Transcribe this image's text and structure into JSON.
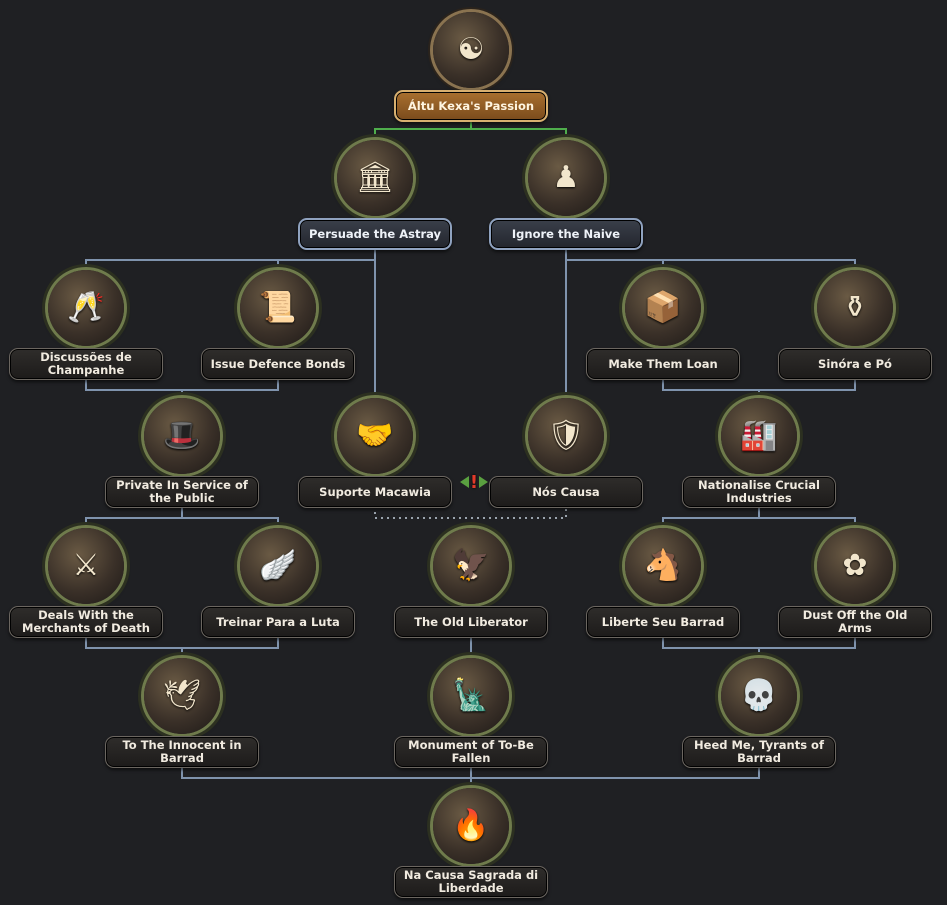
{
  "focus_tree": {
    "colors": {
      "line": "#7f93ad",
      "line_completed": "#4fae4c",
      "mutual_exclusive": "#9aa3ad",
      "root_label": "#9a6329",
      "available_border": "#8fa2bf"
    },
    "nodes": [
      {
        "id": "altu",
        "label": "Áltu Kexa's Passion",
        "icon": "yin-yang-emblem-icon",
        "glyph": "☯",
        "style": "root"
      },
      {
        "id": "persuade",
        "label": "Persuade the Astray",
        "icon": "parliament-building-icon",
        "glyph": "🏛",
        "style": "blue"
      },
      {
        "id": "ignore",
        "label": "Ignore the Naive",
        "icon": "chess-pieces-icon",
        "glyph": "♟",
        "style": "blue"
      },
      {
        "id": "discussoes",
        "label": "Discussões de Champanhe",
        "icon": "champagne-glasses-icon",
        "glyph": "🥂",
        "style": "normal"
      },
      {
        "id": "bonds",
        "label": "Issue Defence Bonds",
        "icon": "bonds-documents-icon",
        "glyph": "📜",
        "style": "normal"
      },
      {
        "id": "loan",
        "label": "Make Them Loan",
        "icon": "crates-documents-icon",
        "glyph": "📦",
        "style": "normal"
      },
      {
        "id": "sinora",
        "label": "Sinóra e Pó",
        "icon": "gold-pile-icon",
        "glyph": "⚱",
        "style": "normal"
      },
      {
        "id": "private",
        "label": "Private In Service of the Public",
        "icon": "top-hat-money-icon",
        "glyph": "🎩",
        "style": "normal"
      },
      {
        "id": "suporte",
        "label": "Suporte Macawia",
        "icon": "handshake-star-icon",
        "glyph": "🤝",
        "style": "normal"
      },
      {
        "id": "nos",
        "label": "Nós Causa",
        "icon": "shield-feather-icon",
        "glyph": "🛡",
        "style": "normal"
      },
      {
        "id": "nationalise",
        "label": "Nationalise Crucial Industries",
        "icon": "factory-gear-icon",
        "glyph": "🏭",
        "style": "normal"
      },
      {
        "id": "deals",
        "label": "Deals With the Merchants of Death",
        "icon": "crossed-rifles-icon",
        "glyph": "⚔",
        "style": "normal"
      },
      {
        "id": "treinar",
        "label": "Treinar Para a Luta",
        "icon": "pegasus-pilot-icon",
        "glyph": "🪽",
        "style": "normal"
      },
      {
        "id": "liberator",
        "label": "The Old Liberator",
        "icon": "griffon-portrait-icon",
        "glyph": "🦅",
        "style": "normal"
      },
      {
        "id": "liberte",
        "label": "Liberte Seu Barrad",
        "icon": "pony-soldier-icon",
        "glyph": "🐴",
        "style": "normal"
      },
      {
        "id": "dust",
        "label": "Dust Off the Old Arms",
        "icon": "flower-rifles-icon",
        "glyph": "✿",
        "style": "normal"
      },
      {
        "id": "innocent",
        "label": "To The Innocent in Barrad",
        "icon": "dove-icon",
        "glyph": "🕊",
        "style": "normal"
      },
      {
        "id": "monument",
        "label": "Monument of To-Be Fallen",
        "icon": "statue-flag-icon",
        "glyph": "🗽",
        "style": "normal"
      },
      {
        "id": "heed",
        "label": "Heed Me, Tyrants of Barrad",
        "icon": "skulls-crown-icon",
        "glyph": "💀",
        "style": "normal"
      },
      {
        "id": "sagrada",
        "label": "Na Causa Sagrada di Liberdade",
        "icon": "torch-emblem-icon",
        "glyph": "🔥",
        "style": "normal"
      }
    ],
    "mutually_exclusive": [
      "suporte",
      "nos"
    ],
    "mutex_marker": "!"
  }
}
